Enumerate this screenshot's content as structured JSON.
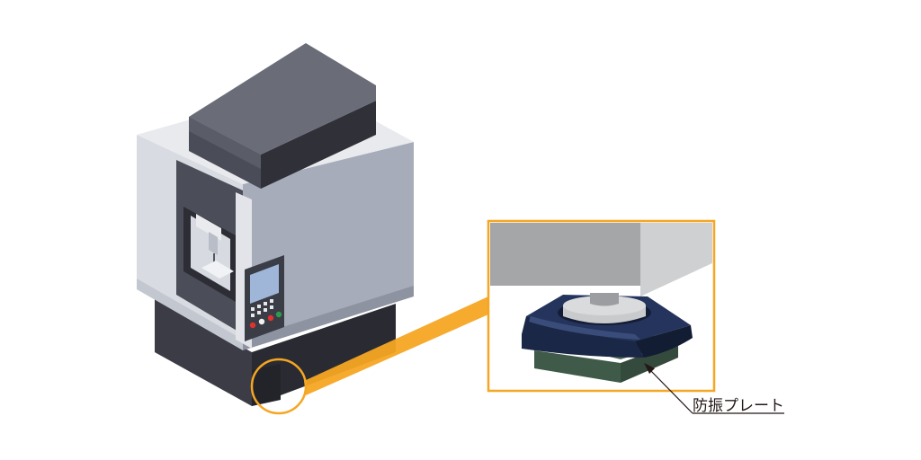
{
  "callout": {
    "label": "防振プレート"
  },
  "colors": {
    "highlight": "#f5a623",
    "machine_light": "#d9dce2",
    "machine_mid": "#a9aeba",
    "machine_dark": "#545763",
    "base_dark": "#2e2f37",
    "pad_navy": "#1c2a4a",
    "plate_green": "#3f5a48",
    "button_red": "#e0322e",
    "button_green": "#2e9a4a",
    "screen_blue": "#9fb6d8"
  },
  "icons": {
    "machine": "cnc-machine-illustration",
    "zoom": "magnified-leveling-mount",
    "arrow": "pointer-arrow-icon"
  }
}
